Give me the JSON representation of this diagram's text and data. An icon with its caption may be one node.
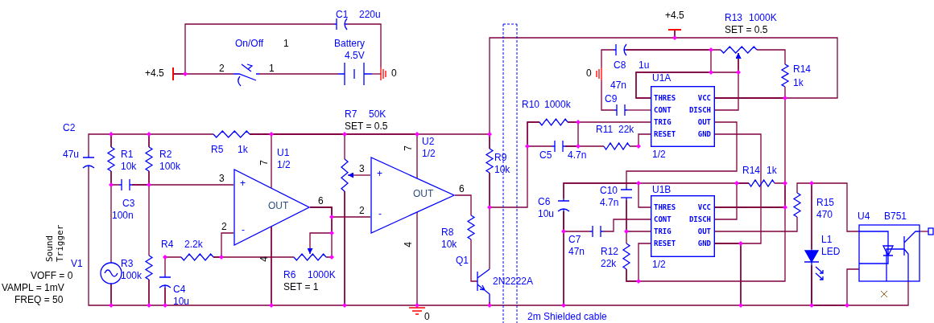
{
  "diagram": {
    "nodes": [
      {
        "text": [],
        "shape": "bar",
        "beside": [
          "+4.5"
        ]
      },
      {
        "text": [],
        "shape": "switch",
        "beside": [
          "On/Off",
          "1",
          "2",
          "1"
        ]
      },
      {
        "text": [],
        "shape": "capacitor",
        "beside": [
          "C1",
          "220u"
        ]
      },
      {
        "text": [],
        "shape": "battery",
        "beside": [
          "Battery",
          "4.5V"
        ]
      },
      {
        "text": [],
        "shape": "ground",
        "beside": [
          "0"
        ]
      },
      {
        "text": [],
        "shape": "capacitor",
        "beside": [
          "C2",
          "47u"
        ]
      },
      {
        "text": [],
        "shape": "resistor",
        "beside": [
          "R1",
          "10k"
        ]
      },
      {
        "text": [],
        "shape": "resistor",
        "beside": [
          "R2",
          "100k"
        ]
      },
      {
        "text": [],
        "shape": "resistor",
        "beside": [
          "R5",
          "1k"
        ]
      },
      {
        "text": [
          "+",
          "-",
          "OUT"
        ],
        "beside": [
          "U1",
          "1/2",
          "7",
          "3",
          "2",
          "6",
          "4"
        ]
      },
      {
        "text": [],
        "shape": "potentiometer",
        "beside": [
          "R7",
          "50K",
          "SET = 0.5"
        ]
      },
      {
        "text": [
          "+",
          "-",
          "OUT"
        ],
        "beside": [
          "U2",
          "1/2",
          "7",
          "3",
          "2",
          "6",
          "4"
        ]
      },
      {
        "text": [],
        "shape": "capacitor",
        "beside": [
          "C3",
          "100n"
        ]
      },
      {
        "text": [],
        "shape": "source",
        "beside": [
          "V1",
          "VOFF = 0",
          "VAMPL = 1mV",
          "FREQ = 50"
        ]
      },
      {
        "text": [],
        "shape": "resistor",
        "beside": [
          "R3",
          "100k"
        ]
      },
      {
        "text": [],
        "shape": "resistor",
        "beside": [
          "R4",
          "2.2k"
        ]
      },
      {
        "text": [],
        "shape": "capacitor",
        "beside": [
          "C4",
          "10u"
        ]
      },
      {
        "text": [],
        "shape": "potentiometer",
        "beside": [
          "R6",
          "1000K",
          "SET = 1"
        ]
      },
      {
        "text": [],
        "shape": "resistor",
        "beside": [
          "R8",
          "10k"
        ]
      },
      {
        "text": [],
        "shape": "transistor",
        "beside": [
          "Q1",
          "2N2222A"
        ]
      },
      {
        "text": [],
        "shape": "resistor",
        "beside": [
          "R9",
          "10k"
        ]
      },
      {
        "text": [],
        "shape": "ground",
        "beside": [
          "0"
        ]
      },
      {
        "text": [],
        "shape": "bar",
        "beside": [
          "+4.5"
        ]
      },
      {
        "text": [],
        "shape": "potentiometer",
        "beside": [
          "R13",
          "1000K",
          "SET = 0.5"
        ]
      },
      {
        "text": [],
        "shape": "capacitor",
        "beside": [
          "C8",
          "1u"
        ]
      },
      {
        "text": [],
        "shape": "ground",
        "beside": [
          "0"
        ]
      },
      {
        "text": [],
        "shape": "capacitor",
        "beside": [
          "C9",
          "47n"
        ]
      },
      {
        "text": [],
        "shape": "resistor",
        "beside": [
          "R14",
          "1k"
        ]
      },
      {
        "text": [
          "THRES",
          "VCC",
          "CONT",
          "DISCH",
          "TRIG",
          "OUT",
          "RESET",
          "GND"
        ],
        "beside": [
          "U1A",
          "1/2"
        ]
      },
      {
        "text": [],
        "shape": "resistor",
        "beside": [
          "R10",
          "1000k"
        ]
      },
      {
        "text": [],
        "shape": "resistor",
        "beside": [
          "R11",
          "22k"
        ]
      },
      {
        "text": [],
        "shape": "capacitor",
        "beside": [
          "C5",
          "4.7n"
        ]
      },
      {
        "text": [],
        "shape": "resistor",
        "beside": [
          "R14",
          "1k"
        ]
      },
      {
        "text": [],
        "shape": "capacitor",
        "beside": [
          "C10",
          "4.7n"
        ]
      },
      {
        "text": [],
        "shape": "capacitor",
        "beside": [
          "C6",
          "10u"
        ]
      },
      {
        "text": [
          "THRES",
          "VCC",
          "CONT",
          "DISCH",
          "TRIG",
          "OUT",
          "RESET",
          "GND"
        ],
        "beside": [
          "U1B",
          "1/2"
        ]
      },
      {
        "text": [],
        "shape": "resistor",
        "beside": [
          "R15",
          "470"
        ]
      },
      {
        "text": [],
        "shape": "box",
        "beside": [
          "U4",
          "B751"
        ]
      },
      {
        "text": [],
        "shape": "capacitor",
        "beside": [
          "C7",
          "47n"
        ]
      },
      {
        "text": [],
        "shape": "diode",
        "beside": [
          "L1",
          "LED"
        ]
      },
      {
        "text": [],
        "shape": "resistor",
        "beside": [
          "R12",
          "22k"
        ]
      },
      {
        "text": [],
        "shape": "terminal"
      }
    ],
    "edges": [
      {
        "from": 0,
        "to": 1,
        "arrow": "none"
      },
      {
        "from": 0,
        "to": 2,
        "arrow": "none"
      },
      {
        "from": 1,
        "to": 3,
        "arrow": "none"
      },
      {
        "from": 3,
        "to": 4,
        "arrow": "none"
      },
      {
        "from": 2,
        "to": 4,
        "arrow": "none"
      },
      {
        "from": 5,
        "to": 6,
        "arrow": "none"
      },
      {
        "from": 6,
        "to": 7,
        "arrow": "none"
      },
      {
        "from": 7,
        "to": 8,
        "arrow": "none"
      },
      {
        "from": 6,
        "to": 12,
        "arrow": "none"
      },
      {
        "from": 6,
        "to": 13,
        "arrow": "none"
      },
      {
        "from": 12,
        "to": 7,
        "arrow": "none"
      },
      {
        "from": 7,
        "to": 14,
        "arrow": "none"
      },
      {
        "from": 12,
        "to": 9,
        "arrow": "none"
      },
      {
        "from": 5,
        "to": 13,
        "arrow": "none"
      },
      {
        "from": 13,
        "to": 14,
        "arrow": "none"
      },
      {
        "from": 14,
        "to": 16,
        "arrow": "none"
      },
      {
        "from": 16,
        "to": 9,
        "arrow": "none"
      },
      {
        "from": 9,
        "to": 10,
        "arrow": "none"
      },
      {
        "from": 10,
        "to": 21,
        "arrow": "none"
      },
      {
        "from": 21,
        "to": 11,
        "arrow": "none"
      },
      {
        "from": 21,
        "to": 19,
        "arrow": "none"
      },
      {
        "from": 19,
        "to": 34,
        "arrow": "none"
      },
      {
        "from": 34,
        "to": 35,
        "arrow": "none"
      },
      {
        "from": 35,
        "to": 28,
        "arrow": "none"
      },
      {
        "from": 35,
        "to": 39,
        "arrow": "none"
      },
      {
        "from": 39,
        "to": 37,
        "arrow": "none"
      },
      {
        "from": 39,
        "to": 37,
        "arrow": "none"
      },
      {
        "from": 15,
        "to": 16,
        "arrow": "none"
      },
      {
        "from": 15,
        "to": 9,
        "arrow": "none"
      },
      {
        "from": 15,
        "to": 17,
        "arrow": "none"
      },
      {
        "from": 9,
        "to": 11,
        "arrow": "none"
      },
      {
        "from": 17,
        "to": 9,
        "arrow": "none"
      },
      {
        "from": 9,
        "to": 17,
        "arrow": "to"
      },
      {
        "from": 8,
        "to": 9,
        "arrow": "none"
      },
      {
        "from": 8,
        "to": 10,
        "arrow": "none"
      },
      {
        "from": 8,
        "to": 11,
        "arrow": "none"
      },
      {
        "from": 8,
        "to": 20,
        "arrow": "none"
      },
      {
        "from": 20,
        "to": 22,
        "arrow": "none"
      },
      {
        "from": 22,
        "to": 28,
        "arrow": "none"
      },
      {
        "from": 28,
        "to": 27,
        "arrow": "none"
      },
      {
        "from": 28,
        "to": 35,
        "arrow": "none"
      },
      {
        "from": 35,
        "to": 32,
        "arrow": "none"
      },
      {
        "from": 35,
        "to": 40,
        "arrow": "none"
      },
      {
        "from": 40,
        "to": 35,
        "arrow": "none"
      },
      {
        "from": 11,
        "to": 10,
        "arrow": "to"
      },
      {
        "from": 11,
        "to": 18,
        "arrow": "none"
      },
      {
        "from": 18,
        "to": 19,
        "arrow": "none"
      },
      {
        "from": 19,
        "to": 20,
        "arrow": "none"
      },
      {
        "from": 20,
        "to": 29,
        "arrow": "none"
      },
      {
        "from": 29,
        "to": 31,
        "arrow": "none"
      },
      {
        "from": 29,
        "to": 28,
        "arrow": "none"
      },
      {
        "from": 29,
        "to": 31,
        "arrow": "none"
      },
      {
        "from": 31,
        "to": 30,
        "arrow": "none"
      },
      {
        "from": 30,
        "to": 28,
        "arrow": "none"
      },
      {
        "from": 24,
        "to": 25,
        "arrow": "none"
      },
      {
        "from": 25,
        "to": 26,
        "arrow": "none"
      },
      {
        "from": 24,
        "to": 23,
        "arrow": "none"
      },
      {
        "from": 24,
        "to": 28,
        "arrow": "none"
      },
      {
        "from": 28,
        "to": 23,
        "arrow": "to"
      },
      {
        "from": 28,
        "to": 23,
        "arrow": "to"
      },
      {
        "from": 23,
        "to": 27,
        "arrow": "none"
      },
      {
        "from": 26,
        "to": 28,
        "arrow": "none"
      },
      {
        "from": 28,
        "to": 33,
        "arrow": "none"
      },
      {
        "from": 33,
        "to": 35,
        "arrow": "none"
      },
      {
        "from": 33,
        "to": 40,
        "arrow": "none"
      },
      {
        "from": 34,
        "to": 35,
        "arrow": "none"
      },
      {
        "from": 35,
        "to": 32,
        "arrow": "none"
      },
      {
        "from": 34,
        "to": 32,
        "arrow": "none"
      },
      {
        "from": 34,
        "to": 38,
        "arrow": "none"
      },
      {
        "from": 38,
        "to": 35,
        "arrow": "none"
      },
      {
        "from": 35,
        "to": 36,
        "arrow": "none"
      },
      {
        "from": 36,
        "to": 39,
        "arrow": "none"
      },
      {
        "from": 39,
        "to": 37,
        "arrow": "none"
      },
      {
        "from": 37,
        "to": 41,
        "arrow": "none"
      }
    ],
    "labels": [
      "Sound Trigger",
      "2m Shielded cable"
    ]
  }
}
